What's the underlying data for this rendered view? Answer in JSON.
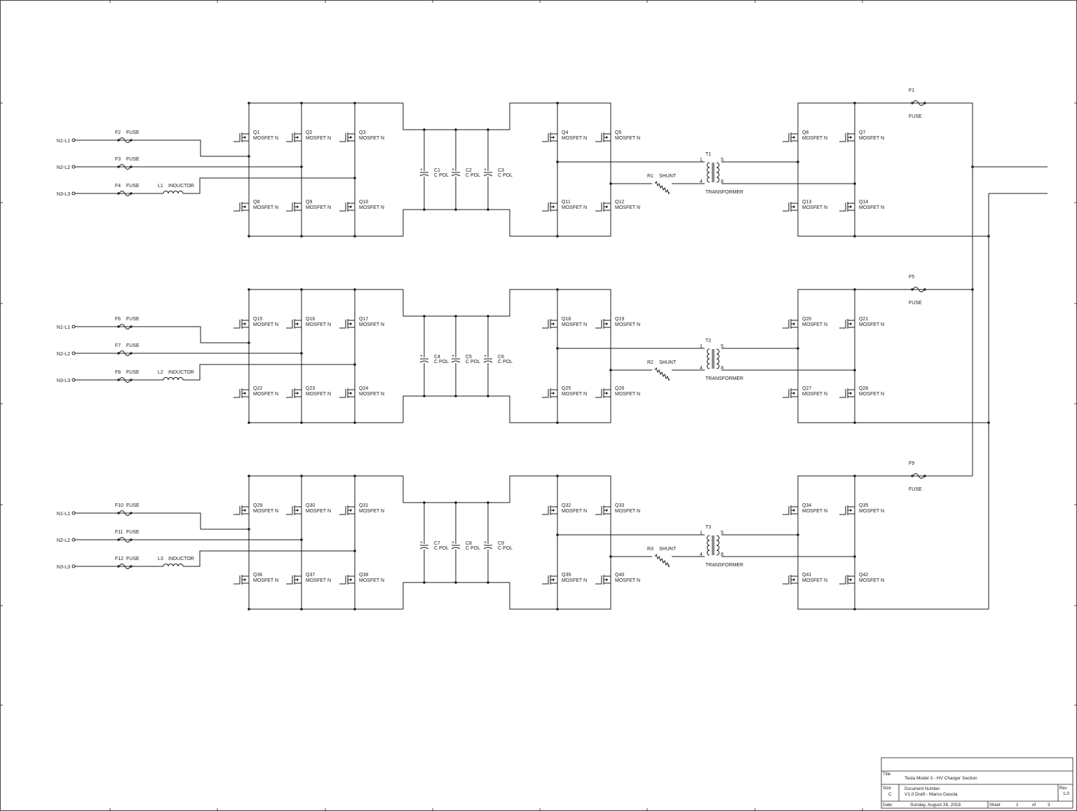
{
  "stages": [
    {
      "inputs": [
        {
          "net": "N1-L1",
          "fuse": "F2",
          "fuse_label": "FUSE"
        },
        {
          "net": "N2-L2",
          "fuse": "F3",
          "fuse_label": "FUSE"
        },
        {
          "net": "N3-L3",
          "fuse": "F4",
          "fuse_label": "FUSE",
          "inductor": "L1",
          "inductor_label": "INDUCTOR"
        }
      ],
      "mosfets": [
        "Q1",
        "Q2",
        "Q3",
        "Q8",
        "Q9",
        "Q10",
        "Q4",
        "Q5",
        "Q11",
        "Q12",
        "Q6",
        "Q7",
        "Q13",
        "Q14"
      ],
      "capacitors": [
        "C1",
        "C2",
        "C3"
      ],
      "shunt": "R1",
      "transformer": "T1",
      "output_fuse": "F1"
    },
    {
      "inputs": [
        {
          "net": "N1-L1",
          "fuse": "F6",
          "fuse_label": "FUSE"
        },
        {
          "net": "N2-L2",
          "fuse": "F7",
          "fuse_label": "FUSE"
        },
        {
          "net": "N3-L3",
          "fuse": "F8",
          "fuse_label": "FUSE",
          "inductor": "L2",
          "inductor_label": "INDUCTOR"
        }
      ],
      "mosfets": [
        "Q15",
        "Q16",
        "Q17",
        "Q22",
        "Q23",
        "Q24",
        "Q18",
        "Q19",
        "Q25",
        "Q26",
        "Q20",
        "Q21",
        "Q27",
        "Q28"
      ],
      "capacitors": [
        "C4",
        "C5",
        "C6"
      ],
      "shunt": "R2",
      "transformer": "T2",
      "output_fuse": "F5"
    },
    {
      "inputs": [
        {
          "net": "N1-L1",
          "fuse": "F10",
          "fuse_label": "FUSE"
        },
        {
          "net": "N2-L2",
          "fuse": "F11",
          "fuse_label": "FUSE"
        },
        {
          "net": "N3-L3",
          "fuse": "F12",
          "fuse_label": "FUSE",
          "inductor": "L3",
          "inductor_label": "INDUCTOR"
        }
      ],
      "mosfets": [
        "Q29",
        "Q30",
        "Q31",
        "Q36",
        "Q37",
        "Q38",
        "Q32",
        "Q33",
        "Q39",
        "Q40",
        "Q34",
        "Q35",
        "Q41",
        "Q42"
      ],
      "capacitors": [
        "C7",
        "C8",
        "C9"
      ],
      "shunt": "R3",
      "transformer": "T3",
      "output_fuse": "F9"
    }
  ],
  "labels": {
    "mosfet_type": "MOSFET N",
    "capacitor_type": "C POL",
    "shunt_type": "SHUNT",
    "transformer_type": "TRANSFORMER",
    "fuse_type": "FUSE",
    "pins": [
      "1",
      "5",
      "4",
      "8"
    ]
  },
  "title_block": {
    "title_label": "Title",
    "title": "Tesla Model 3 - HV Charger Section",
    "size_label": "Size",
    "size": "C",
    "docnum_label": "Document Number",
    "docnum": "V1.0 Draft - Marco Gasola",
    "rev_label": "Rev",
    "rev": "1.0",
    "date_label": "Date:",
    "date": "Sunday, August 26, 2018",
    "sheet_label": "Sheet",
    "sheet": "1",
    "of_label": "of",
    "sheet_total": "3"
  }
}
